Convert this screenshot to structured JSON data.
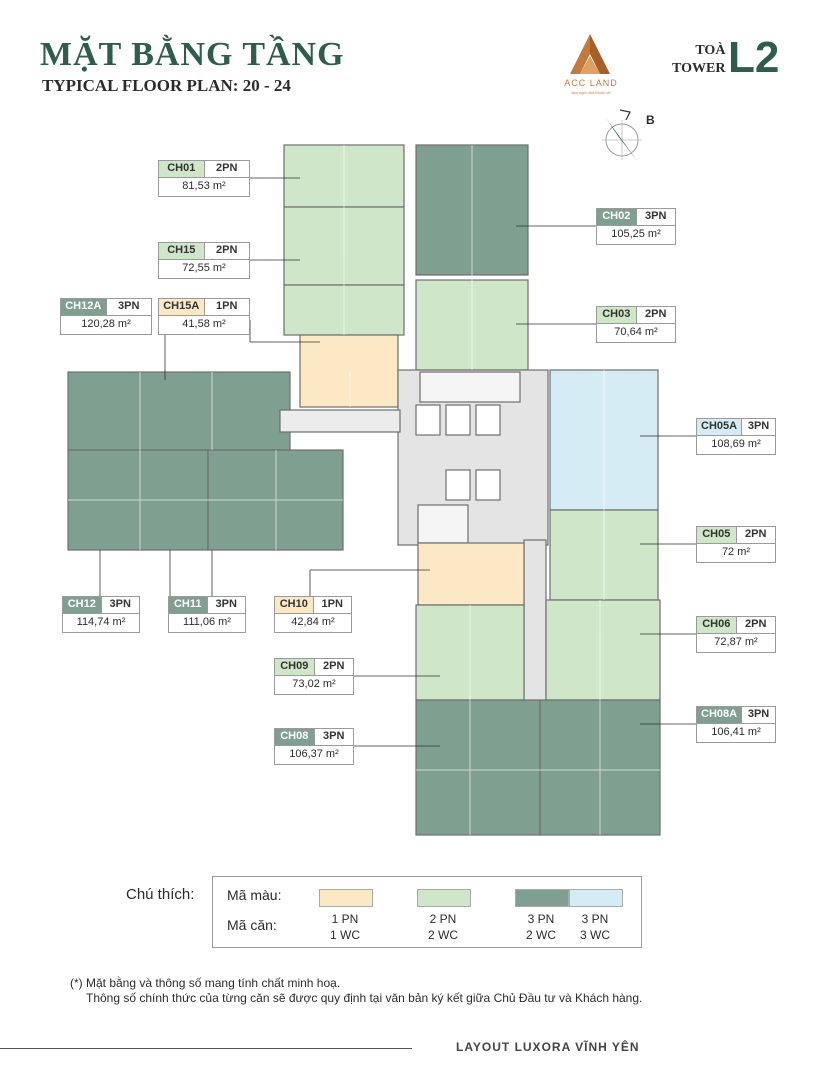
{
  "header": {
    "title": "MẶT BẰNG TẦNG",
    "subtitle": "TYPICAL FLOOR PLAN: 20 - 24",
    "logo_text": "ACC LAND",
    "logo_tagline": "Nơi ngôi nhà thuộc về",
    "tower_label_vn": "TOÀ",
    "tower_label_en": "TOWER",
    "tower_code": "L2"
  },
  "compass": {
    "label": "B"
  },
  "colors": {
    "1pn": "#fbe8c4",
    "2pn": "#cfe6c8",
    "3pn_2wc": "#7fa090",
    "3pn_3wc": "#d5ecf5",
    "brand": "#2f5d4d"
  },
  "units": [
    {
      "code": "CH01",
      "rooms": "2PN",
      "area": "81,53 m²",
      "type": "2pn"
    },
    {
      "code": "CH02",
      "rooms": "3PN",
      "area": "105,25 m²",
      "type": "3pn"
    },
    {
      "code": "CH15",
      "rooms": "2PN",
      "area": "72,55 m²",
      "type": "2pn"
    },
    {
      "code": "CH12A",
      "rooms": "3PN",
      "area": "120,28 m²",
      "type": "3pn"
    },
    {
      "code": "CH15A",
      "rooms": "1PN",
      "area": "41,58 m²",
      "type": "1pn"
    },
    {
      "code": "CH03",
      "rooms": "2PN",
      "area": "70,64 m²",
      "type": "2pn"
    },
    {
      "code": "CH05A",
      "rooms": "3PN",
      "area": "108,69 m²",
      "type": "3pnb"
    },
    {
      "code": "CH05",
      "rooms": "2PN",
      "area": "72 m²",
      "type": "2pn"
    },
    {
      "code": "CH12",
      "rooms": "3PN",
      "area": "114,74 m²",
      "type": "3pn"
    },
    {
      "code": "CH11",
      "rooms": "3PN",
      "area": "111,06 m²",
      "type": "3pn"
    },
    {
      "code": "CH10",
      "rooms": "1PN",
      "area": "42,84 m²",
      "type": "1pn"
    },
    {
      "code": "CH06",
      "rooms": "2PN",
      "area": "72,87 m²",
      "type": "2pn"
    },
    {
      "code": "CH09",
      "rooms": "2PN",
      "area": "73,02 m²",
      "type": "2pn"
    },
    {
      "code": "CH08A",
      "rooms": "3PN",
      "area": "106,41 m²",
      "type": "3pn"
    },
    {
      "code": "CH08",
      "rooms": "3PN",
      "area": "106,37 m²",
      "type": "3pn"
    }
  ],
  "legend": {
    "title": "Chú thích:",
    "color_label": "Mã màu:",
    "unit_label": "Mã căn:",
    "items": [
      {
        "rooms": "1 PN",
        "baths": "1 WC",
        "color": "#fbe8c4"
      },
      {
        "rooms": "2 PN",
        "baths": "2 WC",
        "color": "#cfe6c8"
      },
      {
        "rooms": "3 PN",
        "baths": "2 WC",
        "color": "#7fa090"
      },
      {
        "rooms": "3 PN",
        "baths": "3 WC",
        "color": "#d5ecf5"
      }
    ]
  },
  "notes": {
    "line1": "(*) Mặt bằng và thông số mang tính chất minh hoạ.",
    "line2": "Thông số chính thức của từng căn sẽ được quy định tại văn bản ký kết giữa Chủ Đầu tư và Khách hàng."
  },
  "footer": "LAYOUT LUXORA VĨNH YÊN"
}
